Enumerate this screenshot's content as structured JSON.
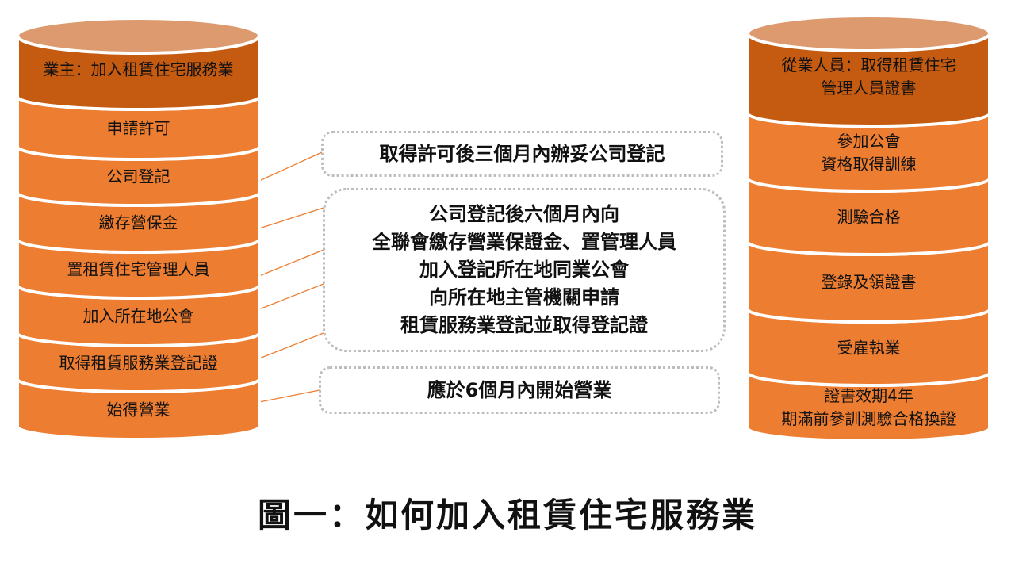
{
  "colors": {
    "top": "#dc9a6e",
    "header": "#c55a11",
    "band": "#ed7d31",
    "connector": "#ed7d31",
    "box_border": "#bdbdbd"
  },
  "left_stack": {
    "header": [
      "業主：加入租賃住宅服務業"
    ],
    "items": [
      [
        "申請許可"
      ],
      [
        "公司登記"
      ],
      [
        "繳存營保金"
      ],
      [
        "置租賃住宅管理人員"
      ],
      [
        "加入所在地公會"
      ],
      [
        "取得租賃服務業登記證"
      ],
      [
        "始得營業"
      ]
    ]
  },
  "right_stack": {
    "header": [
      "從業人員：取得租賃住宅",
      "管理人員證書"
    ],
    "items": [
      [
        "參加公會",
        "資格取得訓練"
      ],
      [
        "測驗合格"
      ],
      [
        "登錄及領證書"
      ],
      [
        "受雇執業"
      ],
      [
        "證書效期4年",
        "期滿前參訓測驗合格換證"
      ]
    ]
  },
  "notes": [
    [
      "取得許可後三個月內辦妥公司登記"
    ],
    [
      "公司登記後六個月內向",
      "全聯會繳存營業保證金、置管理人員",
      "加入登記所在地同業公會",
      "向所在地主管機關申請",
      "租賃服務業登記並取得登記證"
    ],
    [
      "應於6個月內開始營業"
    ]
  ],
  "title": "圖一：如何加入租賃住宅服務業"
}
